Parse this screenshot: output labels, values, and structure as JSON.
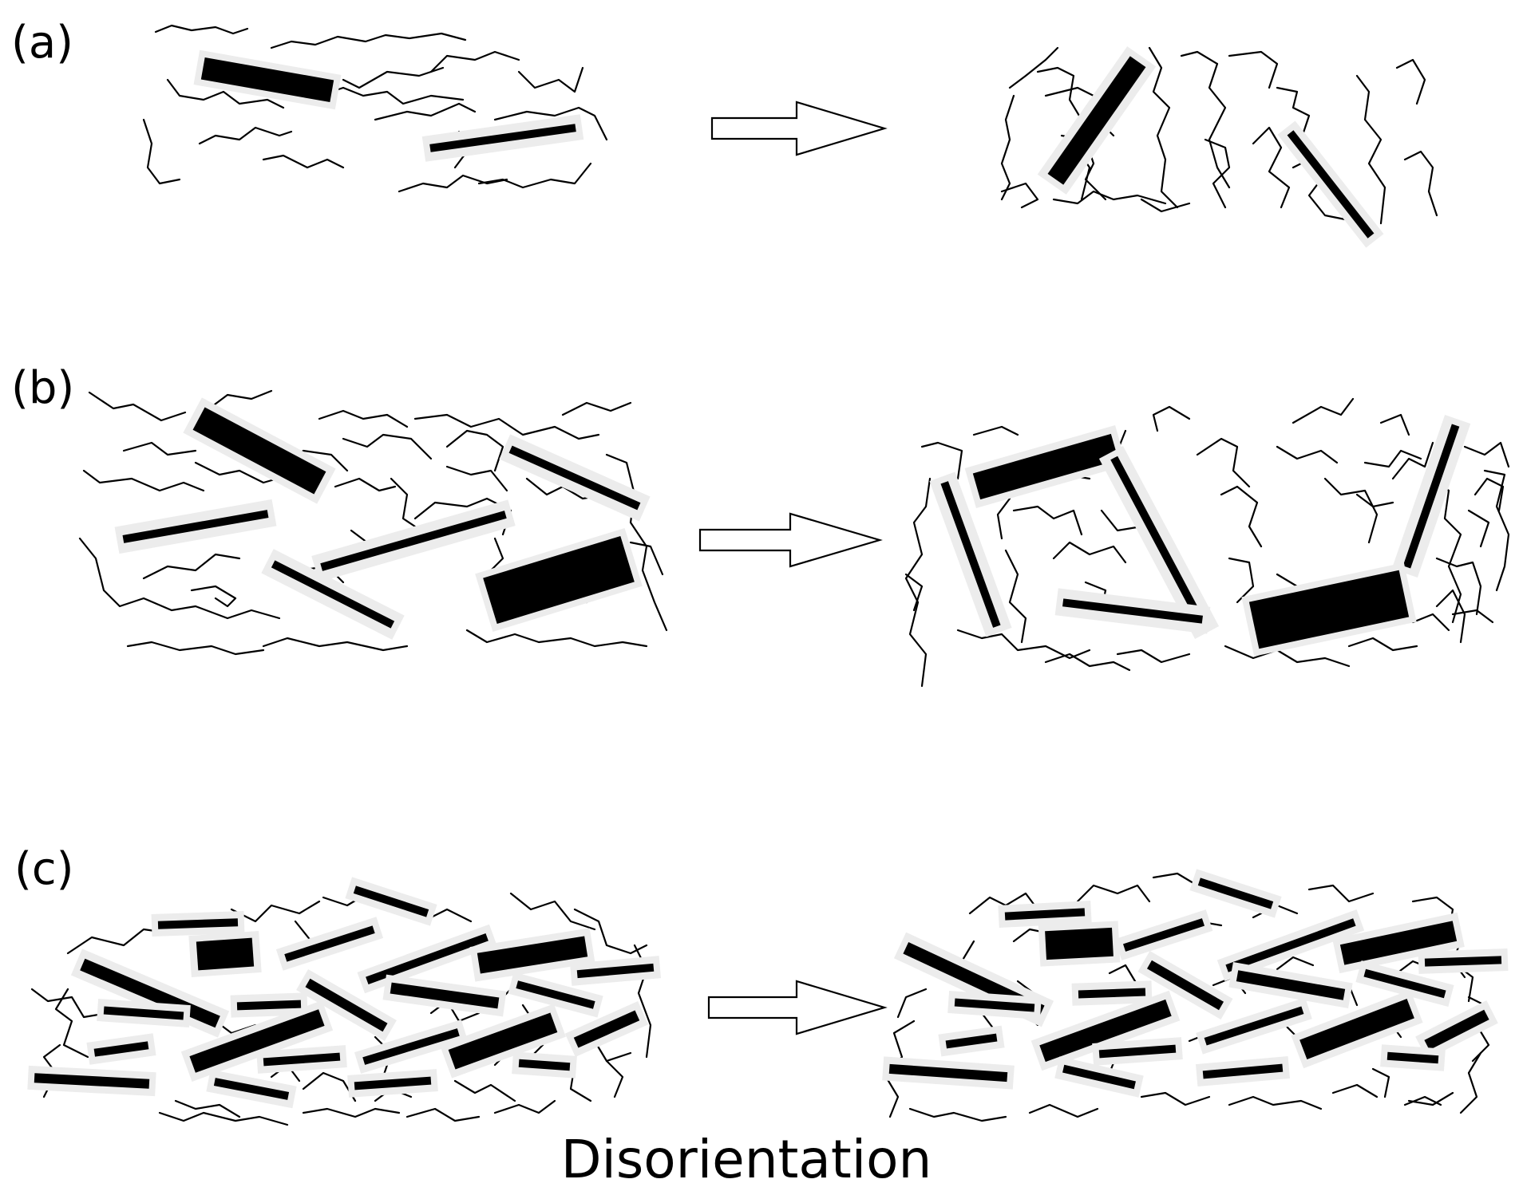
{
  "figure": {
    "panels": [
      {
        "id": "a",
        "label": "(a)"
      },
      {
        "id": "b",
        "label": "(b)"
      },
      {
        "id": "c",
        "label": "(c)"
      }
    ],
    "caption": "Disorientation",
    "colors": {
      "flake": "#000000",
      "halo": "#ececec",
      "chain": "#000000",
      "background": "#ffffff"
    }
  }
}
